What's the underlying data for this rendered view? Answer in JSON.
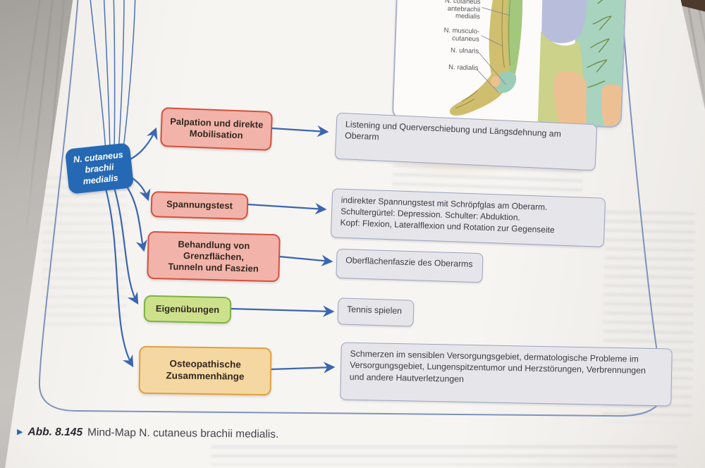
{
  "caption": {
    "marker": "▶",
    "label": "Abb. 8.145",
    "text": "Mind-Map N. cutaneus brachii medialis."
  },
  "anatomy_panel": {
    "nerve_labels": [
      "N. cutaneus\nantebrachii\nmedialis",
      "N. musculo-\ncutaneus",
      "N. ulnaris",
      "N. radialis"
    ]
  },
  "mindmap": {
    "root": {
      "label": "N. cutaneus\nbrachii\nmedialis",
      "color": "#2569b5"
    },
    "branches": [
      {
        "label": "Palpation und direkte\nMobilisation",
        "fill": "#f2b4aa",
        "border": "#d5503e",
        "detail": "Listening und Querverschiebung und Längsdehnung am\nOberarm"
      },
      {
        "label": "Spannungstest",
        "fill": "#f2b4aa",
        "border": "#d5503e",
        "detail": "indirekter Spannungstest mit Schröpfglas am Oberarm.\nSchultergürtel: Depression. Schulter: Abduktion.\nKopf: Flexion, Lateralflexion und Rotation zur Gegenseite"
      },
      {
        "label": "Behandlung von\nGrenzflächen,\nTunneln und Faszien",
        "fill": "#f2b4aa",
        "border": "#d5503e",
        "detail": "Oberflächenfaszie des Oberarms"
      },
      {
        "label": "Eigenübungen",
        "fill": "#cde18c",
        "border": "#7cb344",
        "detail": "Tennis spielen"
      },
      {
        "label": "Osteopathische\nZusammenhänge",
        "fill": "#f5d7a1",
        "border": "#dca244",
        "detail": "Schmerzen im sensiblen Versorgungsgebiet, dermatologische Probleme im\nVersorgungsgebiet, Lungenspitzentumor und Herzstörungen, Verbrennungen\nund andere Hautverletzungen"
      }
    ]
  },
  "colors": {
    "arrow": "#3b66b0",
    "frame": "#7e93bc",
    "detail_fill": "#e6e5e9",
    "detail_border": "#9aa5c2",
    "page": "#f7f5f2"
  }
}
